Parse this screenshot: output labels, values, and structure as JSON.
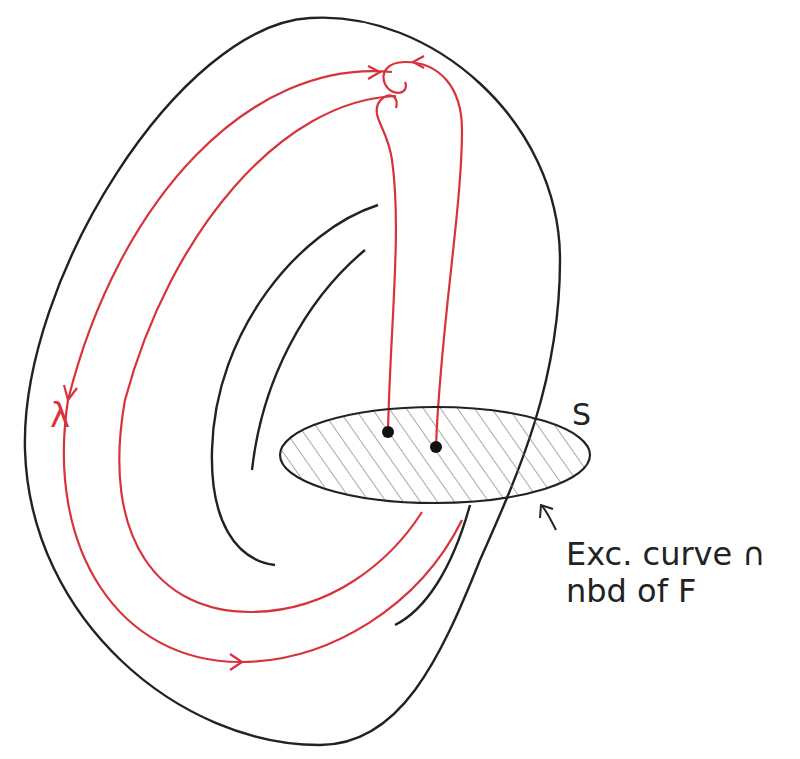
{
  "diagram": {
    "labels": [
      "λ",
      "S",
      "Exc. curve ∩ nbd of F"
    ]
  }
}
